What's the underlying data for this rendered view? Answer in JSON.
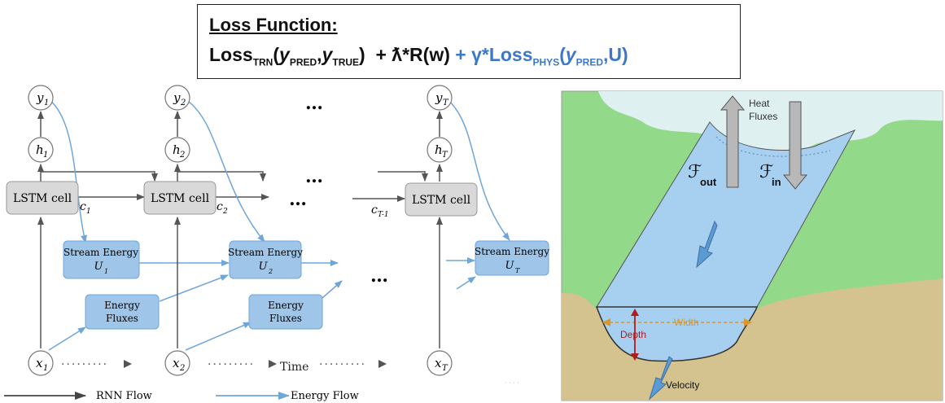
{
  "loss": {
    "title": "Loss Function:",
    "base": "Loss",
    "base_sub": "TRN",
    "paren_open": "(",
    "y_pred": "y",
    "pred_sub": "PRED",
    "comma": ",",
    "y_true": "y",
    "true_sub": "TRUE",
    "paren_close": ")",
    "reg_term": "  + ƛ*R(w)",
    "phys_prefix": " + γ*Loss",
    "phys_sub": "PHYS",
    "phys_args_open": "(",
    "phys_y": "y",
    "phys_pred_sub": "PRED",
    "phys_u": ",U)"
  },
  "rnn": {
    "columns": [
      {
        "y": "y",
        "y_sub": "1",
        "h": "h",
        "h_sub": "1",
        "c": "c",
        "c_sub": "1",
        "x": "x",
        "x_sub": "1",
        "cell": "LSTM cell",
        "stream_l1": "Stream Energy",
        "stream_l2": "U",
        "stream_sub": "1",
        "flux_l1": "Energy",
        "flux_l2": "Fluxes"
      },
      {
        "y": "y",
        "y_sub": "2",
        "h": "h",
        "h_sub": "2",
        "c": "c",
        "c_sub": "2",
        "x": "x",
        "x_sub": "2",
        "cell": "LSTM cell",
        "stream_l1": "Stream Energy",
        "stream_l2": "U",
        "stream_sub": "2",
        "flux_l1": "Energy",
        "flux_l2": "Fluxes"
      },
      {
        "y": "y",
        "y_sub": "T",
        "h": "h",
        "h_sub": "T",
        "c": "c",
        "c_sub": "T-1",
        "x": "x",
        "x_sub": "T",
        "cell": "LSTM cell",
        "stream_l1": "Stream Energy",
        "stream_l2": "U",
        "stream_sub": "T"
      }
    ],
    "ellipsis": "…",
    "ellipsis_dots": "···",
    "time_label": "Time",
    "dotted_arrow": "·········",
    "legend": [
      {
        "label": "RNN Flow",
        "color": "#555555"
      },
      {
        "label": "Energy Flow",
        "color": "#6fa6d8"
      }
    ]
  },
  "stream": {
    "heat_label_1": "Heat",
    "heat_label_2": "Fluxes",
    "f_out": "ℱ",
    "f_out_sub": "out",
    "f_in": "ℱ",
    "f_in_sub": "in",
    "width_label": "Width",
    "depth_label": "Depth",
    "velocity_label": "Velocity"
  },
  "colors": {
    "box_gray": "#d9d9d9",
    "box_blue": "#9fc5e8",
    "grass": "#93d98a",
    "soil": "#d4c28f",
    "water": "#a7cff0",
    "sky": "#dff0f0",
    "blue_text": "#3c78c8"
  }
}
